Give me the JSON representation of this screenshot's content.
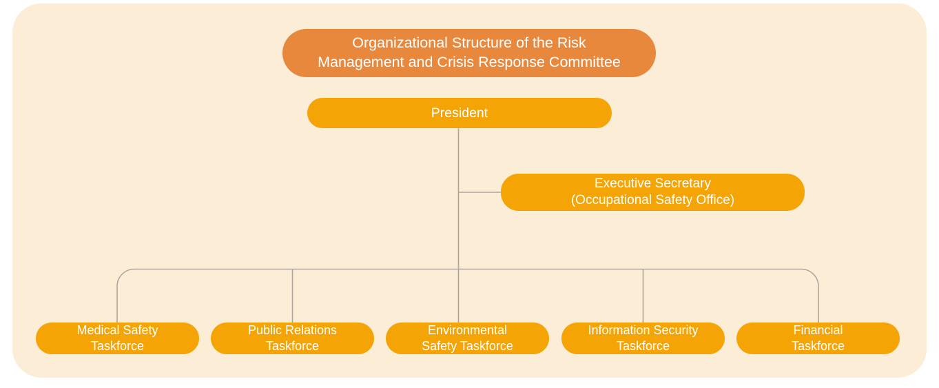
{
  "diagram": {
    "type": "organizational-chart",
    "card_background": "#FCEDD6",
    "page_background": "#FFFFFF",
    "connector_color": "#ABA79D",
    "title_node_color": "#E8883C",
    "node_color": "#F5A405",
    "node_text_color": "#FFFFFF",
    "title": {
      "label": "Organizational Structure of the Risk\nManagement and Crisis Response Committee"
    },
    "president": {
      "label": "President"
    },
    "executive_secretary": {
      "label": "Executive Secretary\n(Occupational Safety Office)"
    },
    "taskforces": [
      {
        "label": "Medical Safety\nTaskforce"
      },
      {
        "label": "Public Relations\nTaskforce"
      },
      {
        "label": "Environmental\nSafety Taskforce"
      },
      {
        "label": "Information Security\nTaskforce"
      },
      {
        "label": "Financial\nTaskforce"
      }
    ]
  }
}
